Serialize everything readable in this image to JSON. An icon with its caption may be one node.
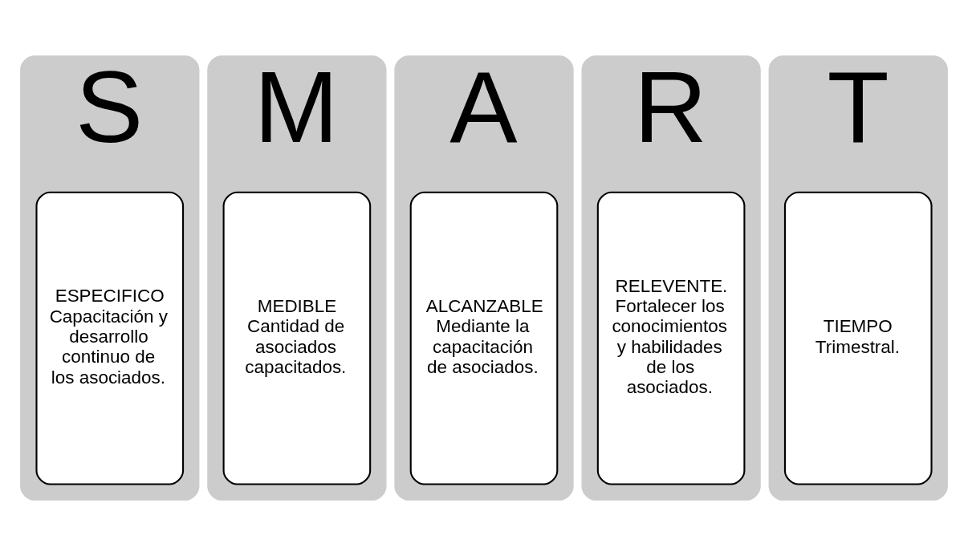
{
  "diagram": {
    "nodes": [
      {
        "text": [
          "S"
        ]
      },
      {
        "text": [
          "ESPECIFICO",
          "Capacitación y desarrollo continuo de los asociados."
        ],
        "in": 0
      },
      {
        "text": [
          "M"
        ]
      },
      {
        "text": [
          "MEDIBLE",
          "Cantidad de asociados capacitados."
        ],
        "in": 2
      },
      {
        "text": [
          "A"
        ]
      },
      {
        "text": [
          "ALCANZABLE",
          "Mediante la capacitación de asociados."
        ],
        "in": 4
      },
      {
        "text": [
          "R"
        ]
      },
      {
        "text": [
          "RELEVENTE.",
          "Fortalecer los conocimientos y habilidades de los asociados."
        ],
        "in": 6
      },
      {
        "text": [
          "T"
        ]
      },
      {
        "text": [
          "TIEMPO",
          "Trimestral."
        ],
        "in": 8
      }
    ]
  }
}
